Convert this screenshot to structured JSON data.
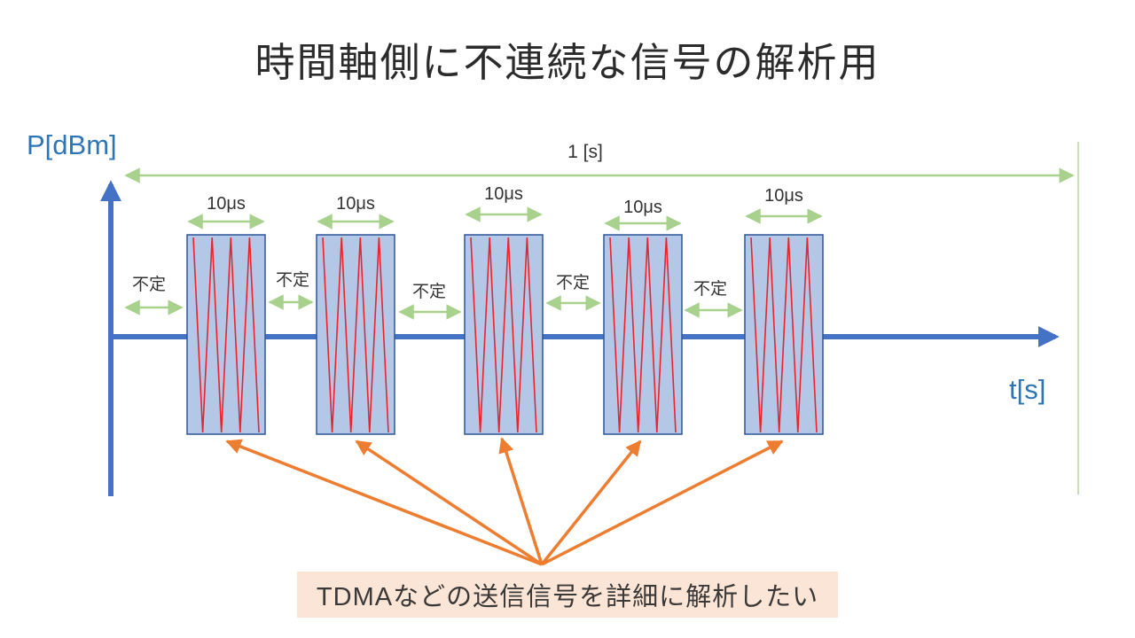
{
  "slide": {
    "title": "時間軸側に不連続な信号の解析用",
    "bottom_note": "TDMAなどの送信信号を詳細に解析したい"
  },
  "axes": {
    "y_label": "P[dBm]",
    "x_label": "t[s]"
  },
  "annotations": {
    "total_duration": "1 [s]",
    "pulse_width": "10μs",
    "gap": "不定",
    "pulse_count": 5
  },
  "colors": {
    "axis_blue": "#4472C4",
    "axis_label_blue": "#2E75B6",
    "pulse_fill": "#B4C7E7",
    "pulse_border": "#2F5597",
    "signal_red": "#E8242C",
    "measure_green": "#A9D18E",
    "callout_orange": "#ED7D31",
    "note_background": "#FBE5D6"
  }
}
